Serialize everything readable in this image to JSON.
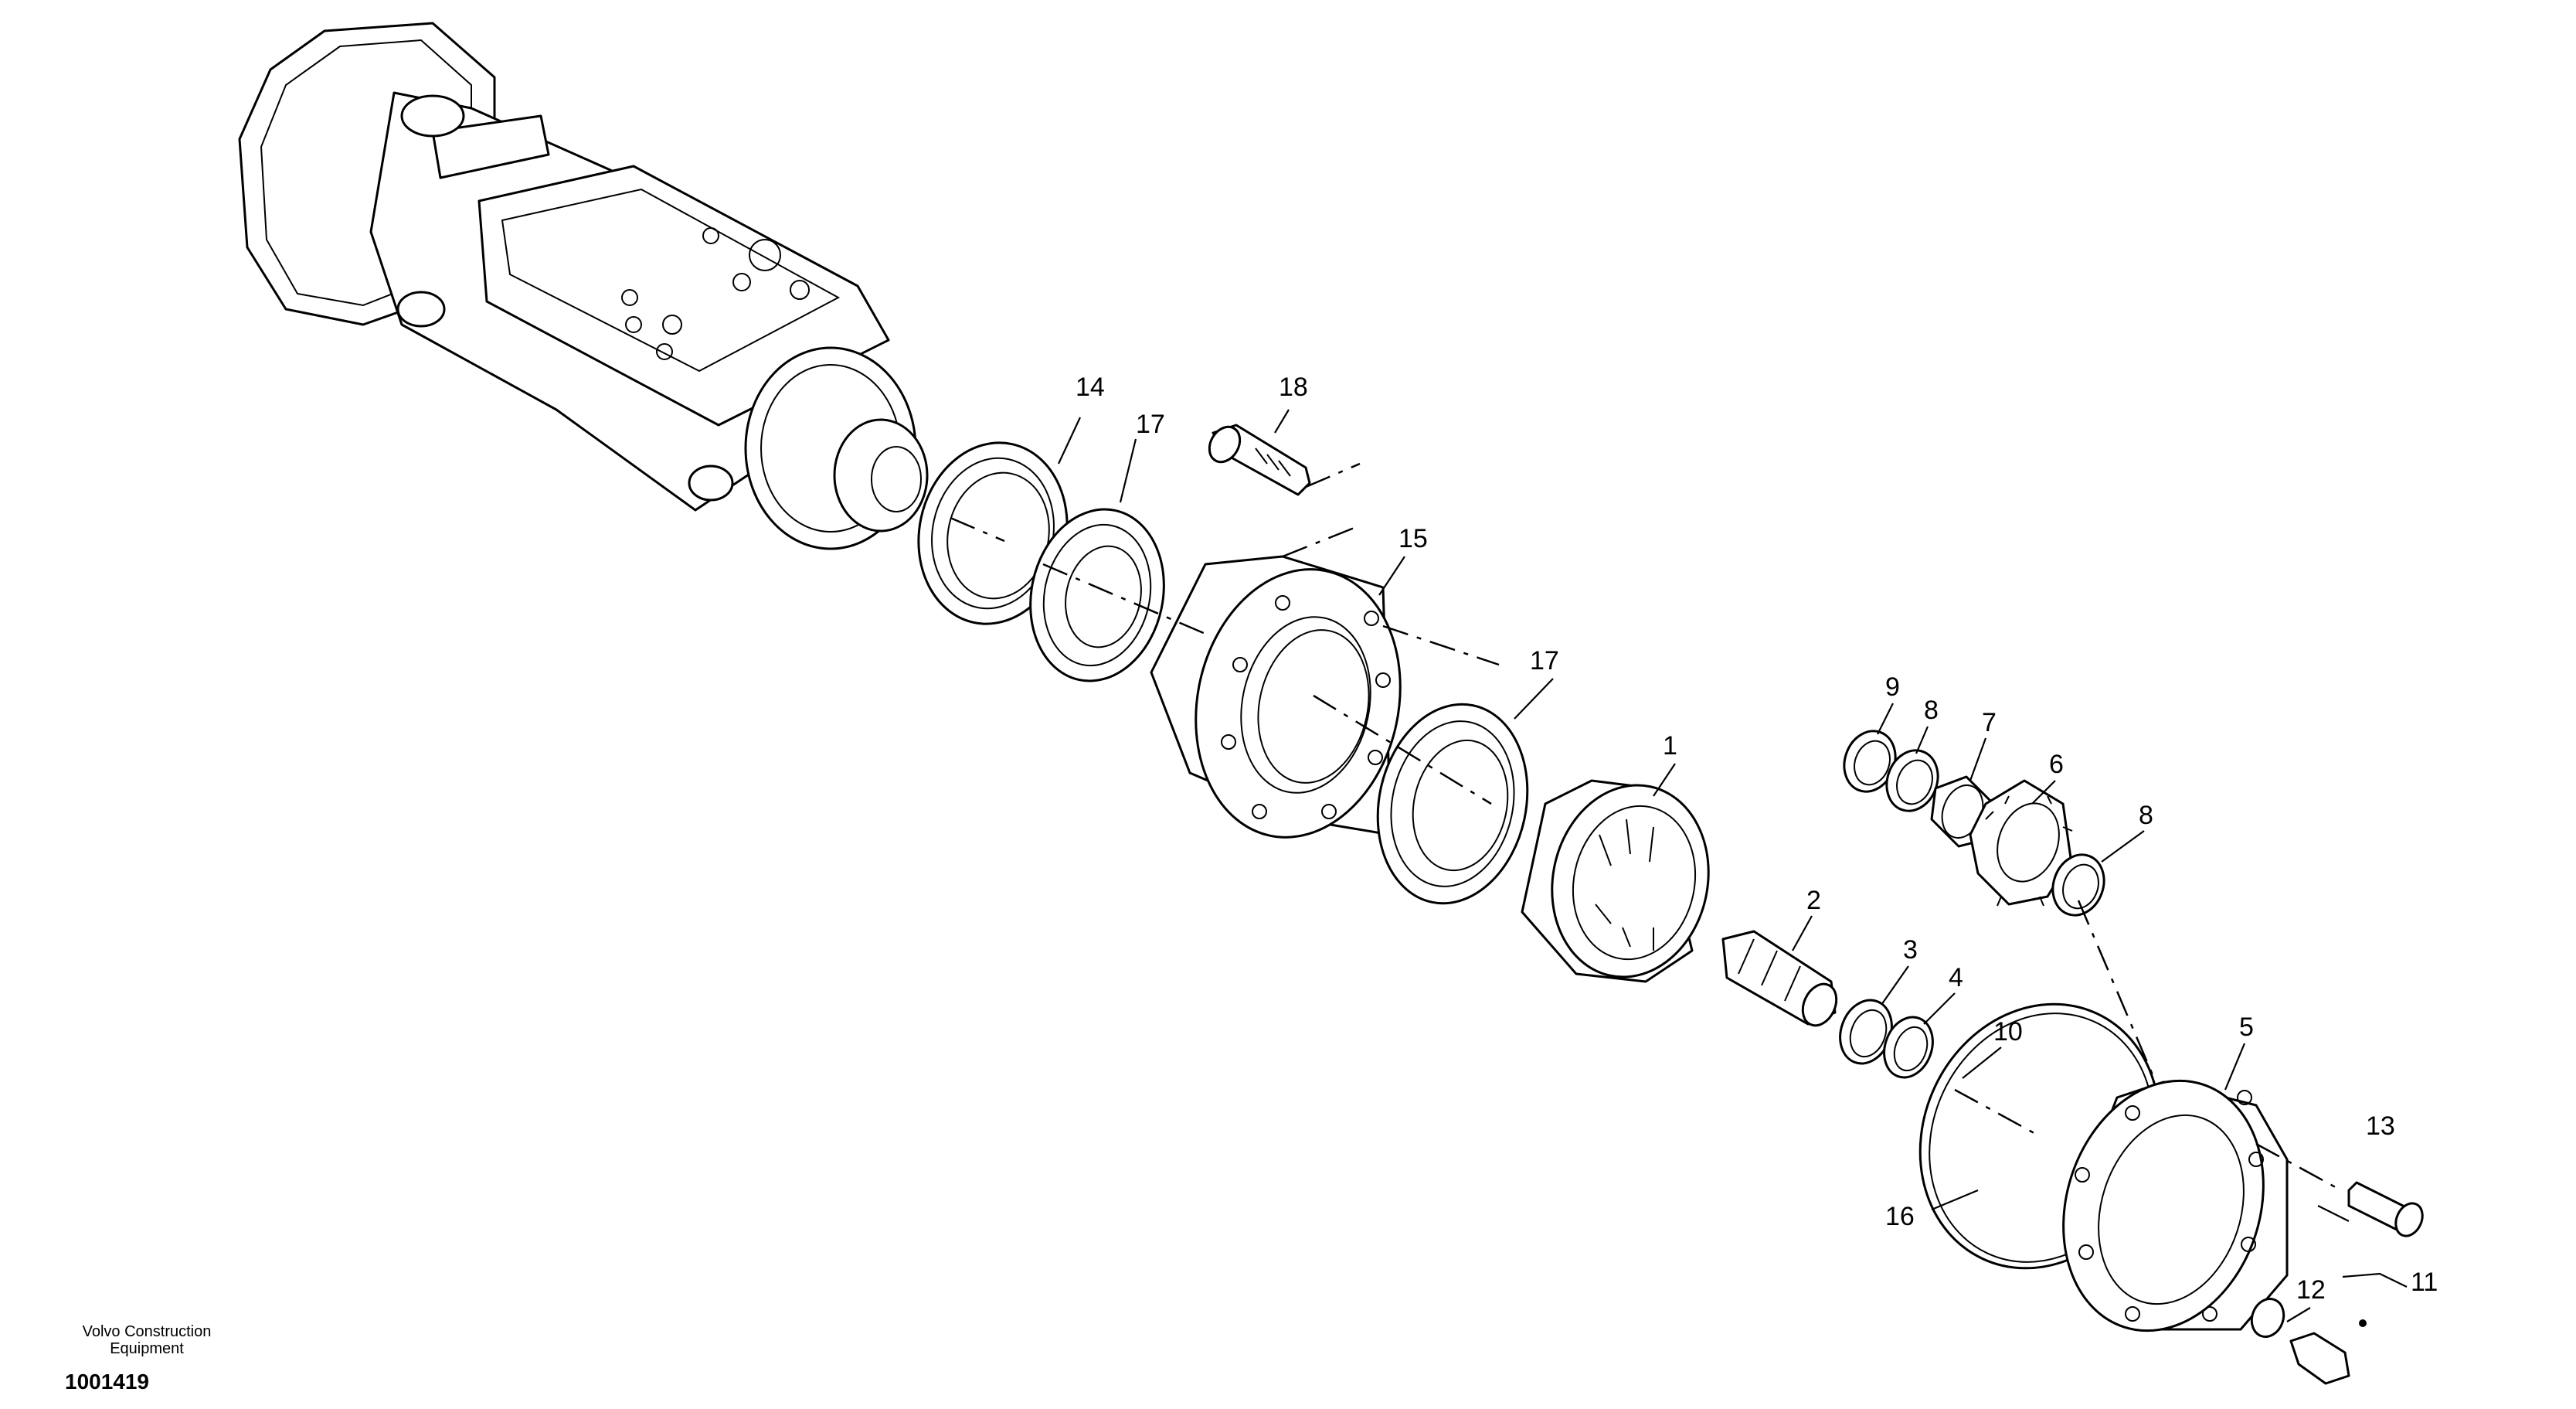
{
  "diagram": {
    "part_labels": [
      "1",
      "2",
      "3",
      "4",
      "5",
      "6",
      "7",
      "8",
      "8",
      "9",
      "10",
      "11",
      "12",
      "13",
      "14",
      "15",
      "16",
      "17",
      "17",
      "18"
    ]
  },
  "footer": {
    "brand_line1": "Volvo Construction",
    "brand_line2": "Equipment",
    "document_id": "1001419"
  }
}
